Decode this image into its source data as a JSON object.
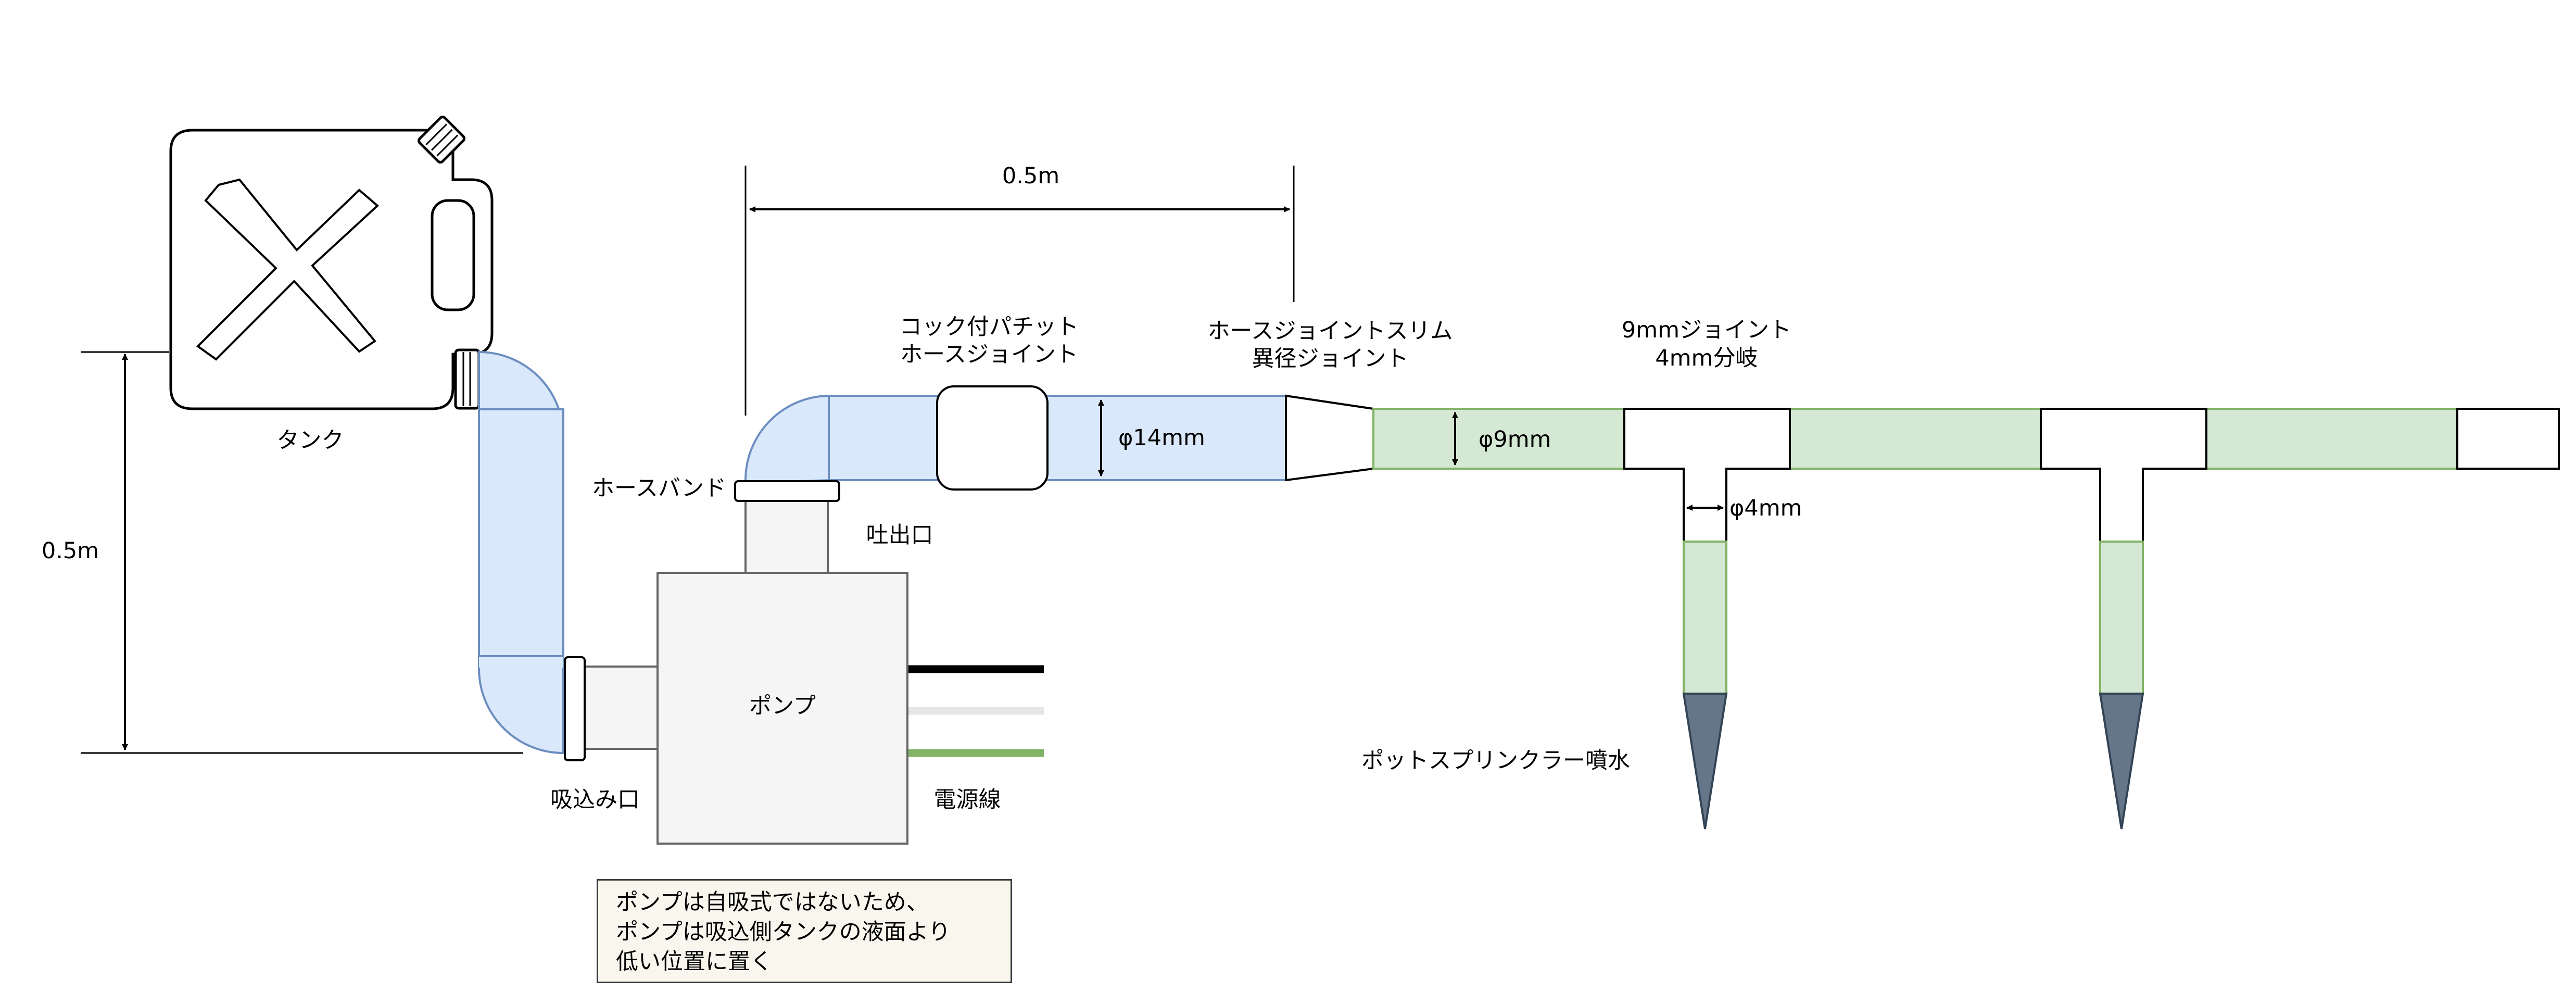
{
  "labels": {
    "tank": "タンク",
    "height": "0.5m",
    "length": "0.5m",
    "cock_joint": [
      "コック付パチット",
      "ホースジョイント"
    ],
    "slim_joint": [
      "ホースジョイントスリム",
      "異径ジョイント"
    ],
    "tee_joint": [
      "9mmジョイント",
      "4mm分岐"
    ],
    "phi14": "φ14mm",
    "phi9": "φ9mm",
    "phi4": "φ4mm",
    "hose_band": "ホースバンド",
    "outlet": "吐出口",
    "pump": "ポンプ",
    "inlet": "吸込み口",
    "power_cable": "電源線",
    "sprinkler": "ポットスプリンクラー噴水"
  },
  "note": {
    "lines": [
      "ポンプは自吸式ではないため、",
      "ポンプは吸込側タンクの液面より",
      "低い位置に置く"
    ]
  },
  "colors": {
    "hose_large": "#dae8fc",
    "hose_large_stroke": "#6c8ebf",
    "hose_small": "#d5e8d4",
    "hose_small_stroke": "#82b366",
    "pump_body": "#f5f5f5",
    "pump_stroke": "#666666",
    "sprinkler": "#647687",
    "cable_black": "#000000",
    "cable_white": "#e6e6e6",
    "cable_green": "#82b366",
    "note_bg": "#f9f7ed"
  }
}
